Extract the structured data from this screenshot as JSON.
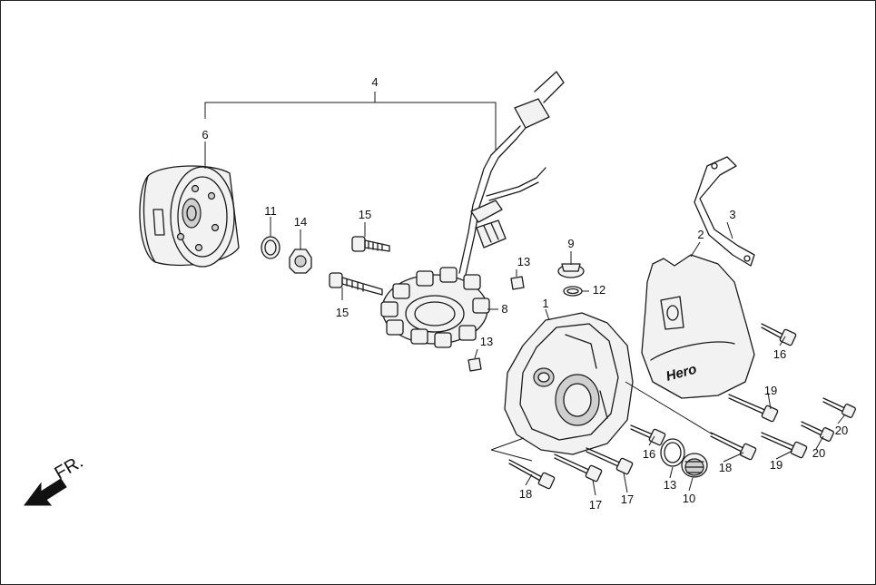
{
  "callouts": {
    "c1": "1",
    "c2": "2",
    "c3": "3",
    "c4": "4",
    "c6": "6",
    "c8": "8",
    "c9": "9",
    "c10": "10",
    "c11": "11",
    "c12": "12",
    "c13a": "13",
    "c13b": "13",
    "c13c": "13",
    "c14": "14",
    "c15a": "15",
    "c15b": "15",
    "c16a": "16",
    "c16b": "16",
    "c17a": "17",
    "c17b": "17",
    "c18a": "18",
    "c18b": "18",
    "c19a": "19",
    "c19b": "19",
    "c20a": "20",
    "c20b": "20"
  },
  "cover_logo": "Hero",
  "direction_label": "FR.",
  "colors": {
    "line": "#1a1a1a",
    "part_fill": "#f2f2f2",
    "background": "#ffffff"
  }
}
